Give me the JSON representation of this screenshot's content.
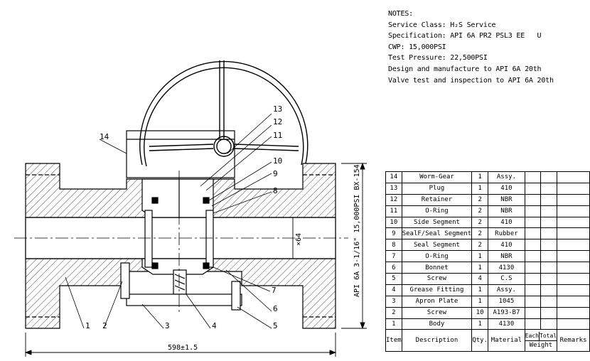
{
  "notes": {
    "heading": "NOTES:",
    "lines": [
      "Service Class: H₂S Service",
      "Specification: API 6A PR2 PSL3 EE   U",
      "CWP: 15,000PSI",
      "Test Pressure: 22,500PSI",
      "Design and manufacture to API 6A 20th",
      "Valve test and inspection to API 6A 20th"
    ]
  },
  "dimensions": {
    "length": "598±1.5",
    "bore": "×64",
    "flange": "API 6A 3-1/16\" 15,000PSI BX-154"
  },
  "balloons": [
    "1",
    "2",
    "3",
    "4",
    "5",
    "6",
    "7",
    "8",
    "9",
    "10",
    "11",
    "12",
    "13",
    "14"
  ],
  "bom": {
    "headers": {
      "item": "Item",
      "description": "Description",
      "qty": "Qty.",
      "material": "Material",
      "each": "Each",
      "total": "Total",
      "weight": "Weight",
      "remarks": "Remarks"
    },
    "rows": [
      {
        "item": "14",
        "description": "Worm-Gear",
        "qty": "1",
        "material": "Assy."
      },
      {
        "item": "13",
        "description": "Plug",
        "qty": "1",
        "material": "410"
      },
      {
        "item": "12",
        "description": "Retainer",
        "qty": "2",
        "material": "NBR"
      },
      {
        "item": "11",
        "description": "O-Ring",
        "qty": "2",
        "material": "NBR"
      },
      {
        "item": "10",
        "description": "Side Segment",
        "qty": "2",
        "material": "410"
      },
      {
        "item": "9",
        "description": "SealF/Seal Segment",
        "qty": "2",
        "material": "Rubber"
      },
      {
        "item": "8",
        "description": "Seal Segment",
        "qty": "2",
        "material": "410"
      },
      {
        "item": "7",
        "description": "O-Ring",
        "qty": "1",
        "material": "NBR"
      },
      {
        "item": "6",
        "description": "Bonnet",
        "qty": "1",
        "material": "4130"
      },
      {
        "item": "5",
        "description": "Screw",
        "qty": "4",
        "material": "C.S"
      },
      {
        "item": "4",
        "description": "Grease Fitting",
        "qty": "1",
        "material": "Assy."
      },
      {
        "item": "3",
        "description": "Apron Plate",
        "qty": "1",
        "material": "1045"
      },
      {
        "item": "2",
        "description": "Screw",
        "qty": "10",
        "material": "A193-B7"
      },
      {
        "item": "1",
        "description": "Body",
        "qty": "1",
        "material": "4130"
      }
    ]
  }
}
